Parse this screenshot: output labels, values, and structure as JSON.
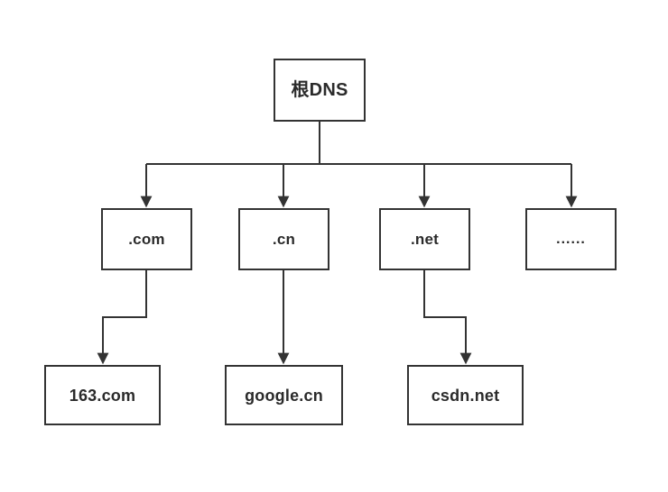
{
  "diagram": {
    "title": "DNS hierarchy tree",
    "style": {
      "background_color": "#ffffff",
      "box_border_color": "#333333",
      "box_fill_color": "#ffffff",
      "text_color": "#2b2b2b",
      "edge_color": "#333333"
    },
    "levels": [
      {
        "name": "root-level",
        "nodes": [
          {
            "id": "root",
            "label": "根DNS"
          }
        ]
      },
      {
        "name": "tld-level",
        "nodes": [
          {
            "id": "com",
            "label": ".com"
          },
          {
            "id": "cn",
            "label": ".cn"
          },
          {
            "id": "net",
            "label": ".net"
          },
          {
            "id": "more",
            "label": "......"
          }
        ]
      },
      {
        "name": "host-level",
        "nodes": [
          {
            "id": "host163",
            "label": "163.com"
          },
          {
            "id": "hostgoogle",
            "label": "google.cn"
          },
          {
            "id": "hostcsdn",
            "label": "csdn.net"
          }
        ]
      }
    ],
    "edges": [
      {
        "from": "root",
        "to": "com",
        "kind": "orthogonal-bus"
      },
      {
        "from": "root",
        "to": "cn",
        "kind": "orthogonal-bus"
      },
      {
        "from": "root",
        "to": "net",
        "kind": "orthogonal-bus"
      },
      {
        "from": "root",
        "to": "more",
        "kind": "orthogonal-bus"
      },
      {
        "from": "com",
        "to": "host163",
        "kind": "elbow-left"
      },
      {
        "from": "cn",
        "to": "hostgoogle",
        "kind": "straight"
      },
      {
        "from": "net",
        "to": "hostcsdn",
        "kind": "elbow-right"
      }
    ]
  }
}
